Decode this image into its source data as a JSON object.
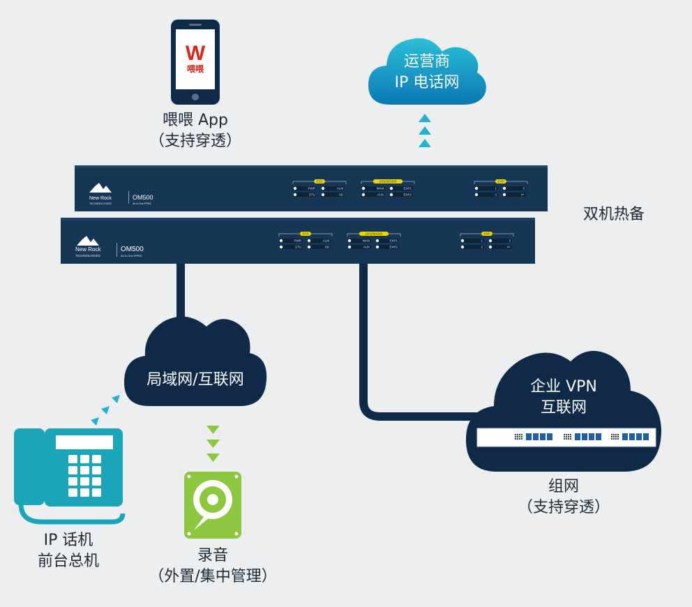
{
  "colors": {
    "background": "#eceeef",
    "navy": "#0f2a48",
    "cloud_light": "#22b4cf",
    "phone_teal": "#1aa5b8",
    "green": "#8dc63f",
    "indicator_yellow": "#f2d400",
    "app_red": "#d8281c"
  },
  "app": {
    "logo_letter": "W",
    "logo_text": "喂喂",
    "label_line1": "喂喂 App",
    "label_line2": "（支持穿透）"
  },
  "carrier_cloud": {
    "line1": "运营商",
    "line2": "IP 电话网"
  },
  "hot_standby": "双机热备",
  "device": {
    "brand": "New Rock",
    "brand_sub": "TECHNOLOGIES",
    "model": "OM500",
    "model_sub": "All-in-One IPPBX",
    "groups": [
      {
        "title": "SYS",
        "leds": [
          "PWR",
          "ALM",
          "STU",
          "SD"
        ]
      },
      {
        "title": "10/100/1000",
        "leds": [
          "WAN",
          "EXP1",
          "AUX",
          "EXP2"
        ]
      },
      {
        "title": "EXP",
        "leds": [
          "1",
          "3",
          "2",
          "4+"
        ]
      }
    ]
  },
  "lan_cloud": {
    "label": "局域网/互联网"
  },
  "vpn_cloud": {
    "line1": "企业 VPN",
    "line2": "互联网"
  },
  "networking": {
    "line1": "组网",
    "line2": "（支持穿透）"
  },
  "ip_phone": {
    "line1": "IP 话机",
    "line2": "前台总机"
  },
  "recording": {
    "line1": "录音",
    "line2": "（外置/集中管理）"
  }
}
